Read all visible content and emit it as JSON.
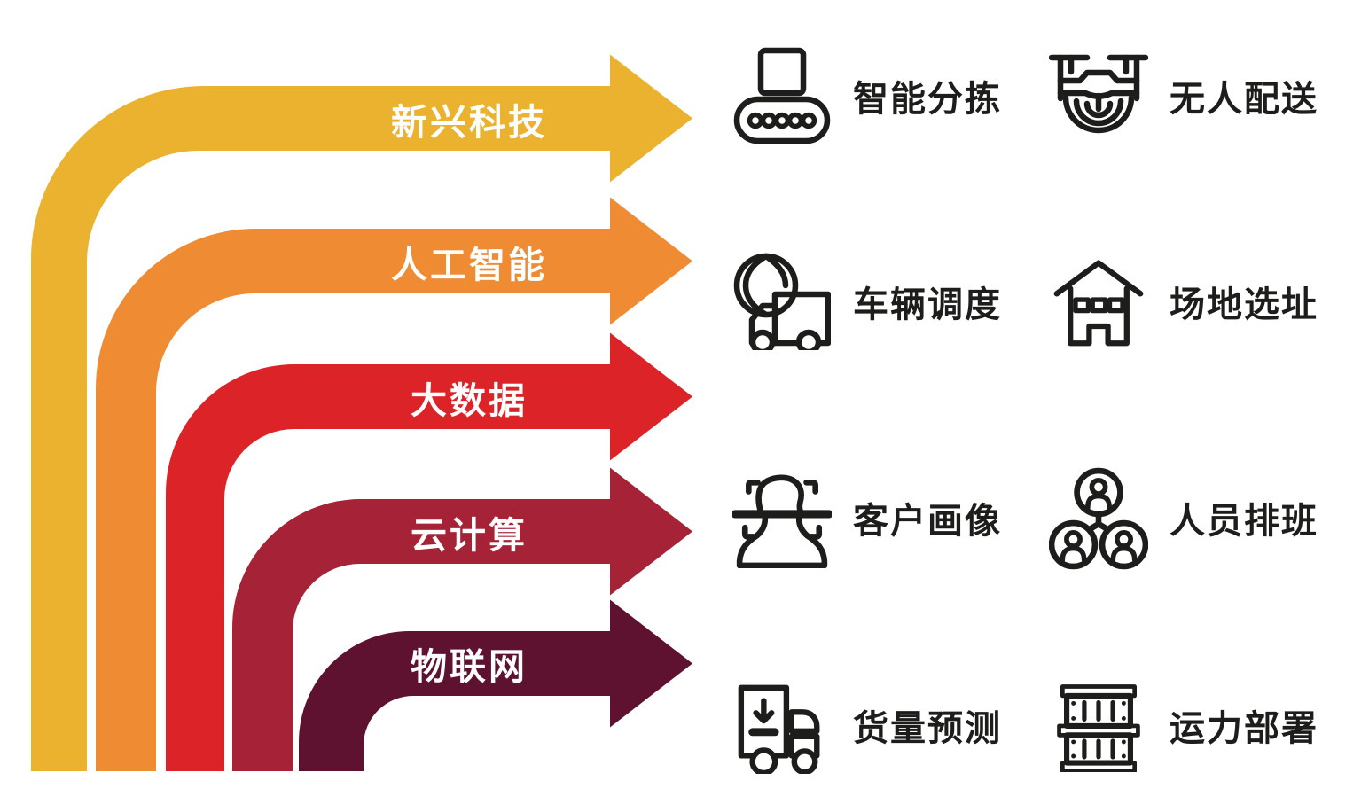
{
  "technologies": [
    {
      "label": "新兴科技",
      "color": "#EAB22E"
    },
    {
      "label": "人工智能",
      "color": "#EE8B33"
    },
    {
      "label": "大数据",
      "color": "#DC2328"
    },
    {
      "label": "云计算",
      "color": "#A52237"
    },
    {
      "label": "物联网",
      "color": "#5F1230"
    }
  ],
  "applications": [
    {
      "label": "智能分拣",
      "icon": "conveyor-sorter-icon"
    },
    {
      "label": "无人配送",
      "icon": "delivery-drone-icon"
    },
    {
      "label": "车辆调度",
      "icon": "vehicle-dispatch-icon"
    },
    {
      "label": "场地选址",
      "icon": "warehouse-site-icon"
    },
    {
      "label": "客户画像",
      "icon": "customer-profile-icon"
    },
    {
      "label": "人员排班",
      "icon": "staff-scheduling-icon"
    },
    {
      "label": "货量预测",
      "icon": "cargo-forecast-icon"
    },
    {
      "label": "运力部署",
      "icon": "capacity-deployment-icon"
    }
  ],
  "colors": {
    "arrow_text": "#FFFFFF",
    "icon_and_label_text": "#1D1D1B",
    "background": "#FFFFFF"
  }
}
